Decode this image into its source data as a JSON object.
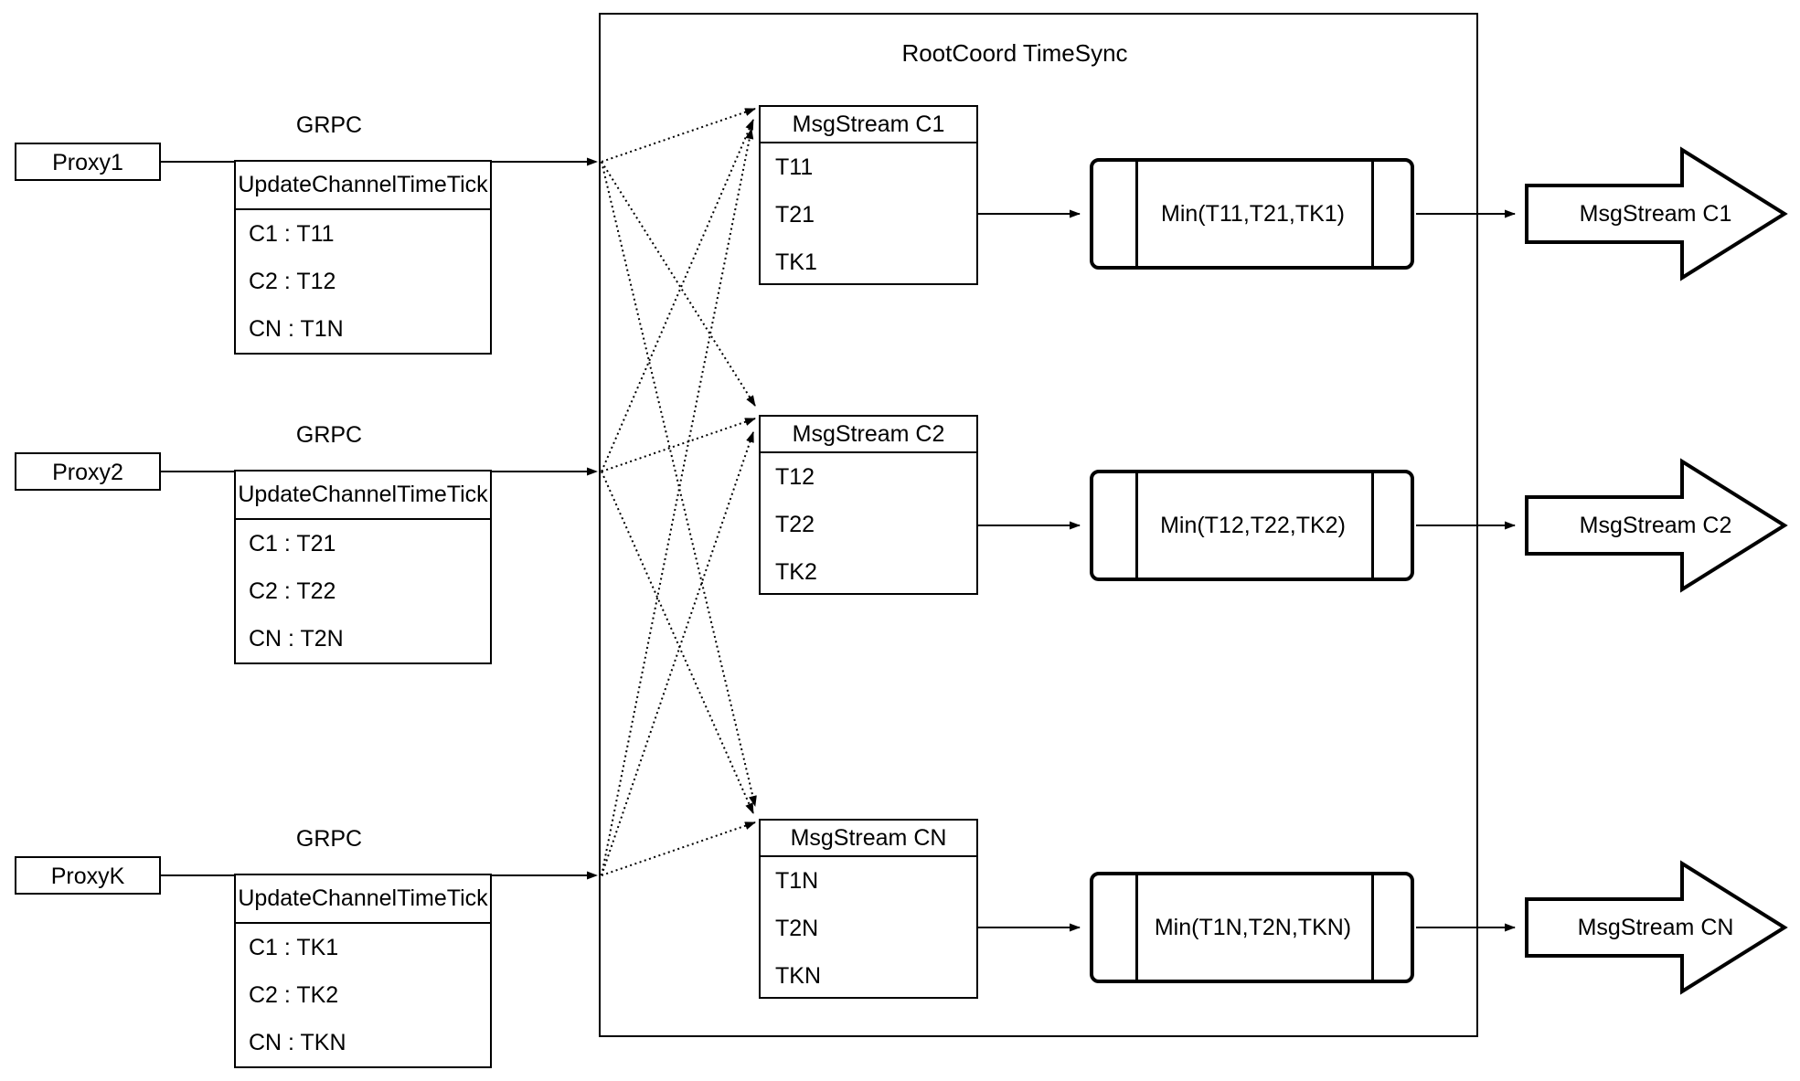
{
  "diagram": {
    "container_title": "RootCoord TimeSync",
    "grpc_label": "GRPC",
    "update_table_header": "UpdateChannelTimeTick",
    "proxies": [
      {
        "name": "Proxy1",
        "entries": [
          "C1 : T11",
          "C2 : T12",
          "CN : T1N"
        ]
      },
      {
        "name": "Proxy2",
        "entries": [
          "C1 : T21",
          "C2 : T22",
          "CN : T2N"
        ]
      },
      {
        "name": "ProxyK",
        "entries": [
          "C1 : TK1",
          "C2 : TK2",
          "CN : TKN"
        ]
      }
    ],
    "msgstreams": [
      {
        "title": "MsgStream C1",
        "values": [
          "T11",
          "T21",
          "TK1"
        ],
        "min_label": "Min(T11,T21,TK1)",
        "out_arrow_label": "MsgStream C1"
      },
      {
        "title": "MsgStream C2",
        "values": [
          "T12",
          "T22",
          "TK2"
        ],
        "min_label": "Min(T12,T22,TK2)",
        "out_arrow_label": "MsgStream C2"
      },
      {
        "title": "MsgStream CN",
        "values": [
          "T1N",
          "T2N",
          "TKN"
        ],
        "min_label": "Min(T1N,T2N,TKN)",
        "out_arrow_label": "MsgStream CN"
      }
    ],
    "colors": {
      "stroke": "#000000",
      "background": "#ffffff"
    }
  }
}
